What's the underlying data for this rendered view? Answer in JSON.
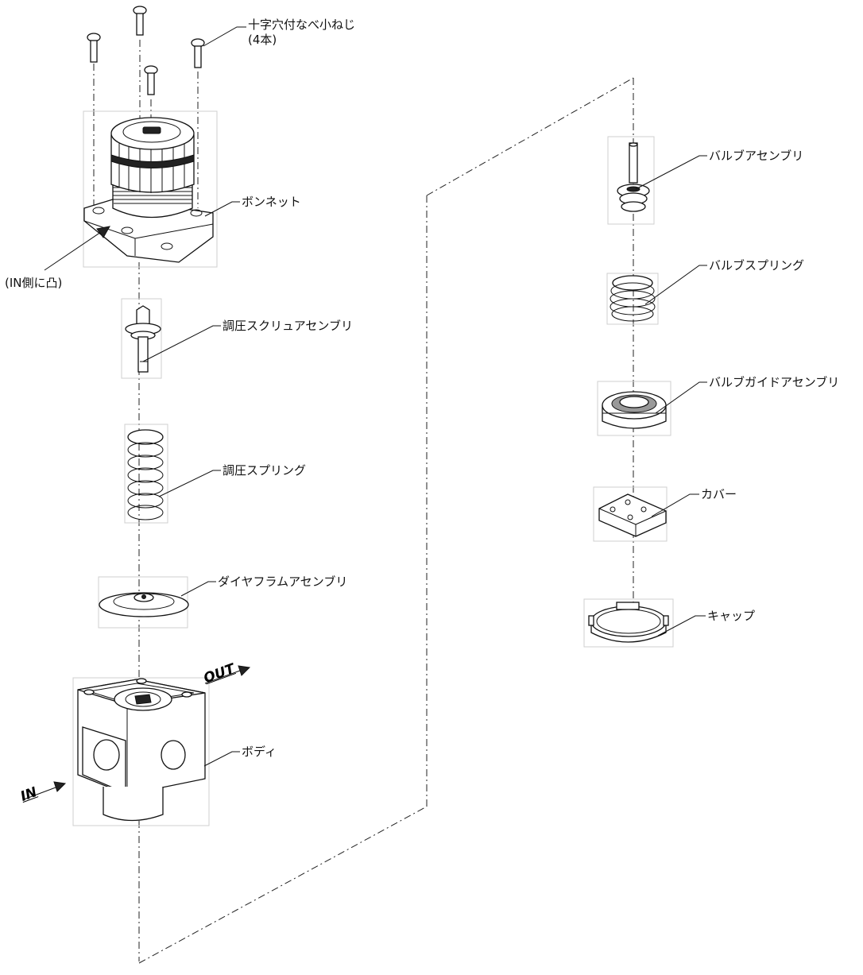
{
  "labels": {
    "screws": "十字穴付なべ小ねじ",
    "screws_count": "(4本)",
    "bonnet": "ボンネット",
    "in_side_note": "(IN側に凸)",
    "adjusting_screw": "調圧スクリュアセンブリ",
    "adjusting_spring": "調圧スプリング",
    "diaphragm": "ダイヤフラムアセンブリ",
    "body": "ボディ",
    "valve_assembly": "バルブアセンブリ",
    "valve_spring": "バルブスプリング",
    "valve_guide": "バルブガイドアセンブリ",
    "cover": "カバー",
    "cap": "キャップ"
  },
  "flow": {
    "in": "IN",
    "out": "OUT"
  }
}
